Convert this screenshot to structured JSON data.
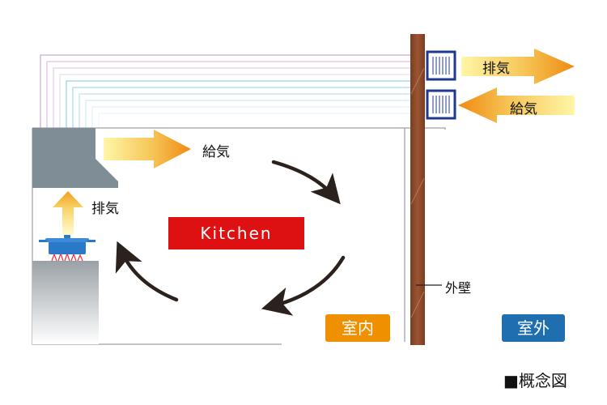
{
  "labels": {
    "exhaust_outdoor": "排気",
    "supply_outdoor": "給気",
    "supply_indoor": "給気",
    "exhaust_hood": "排気",
    "kitchen": "Kitchen",
    "outer_wall": "外壁",
    "indoor": "室内",
    "outdoor": "室外",
    "caption": "■概念図"
  },
  "colors": {
    "wall": "#8b4a2b",
    "kitchen_bg": "#dd1111",
    "indoor_badge": "#ef9000",
    "outdoor_badge": "#1f6fb0",
    "vent_frame": "#1f3a8a",
    "hood": "#7f8d96",
    "pot": "#2a78c8",
    "arrow_dark": "#2b211d"
  }
}
